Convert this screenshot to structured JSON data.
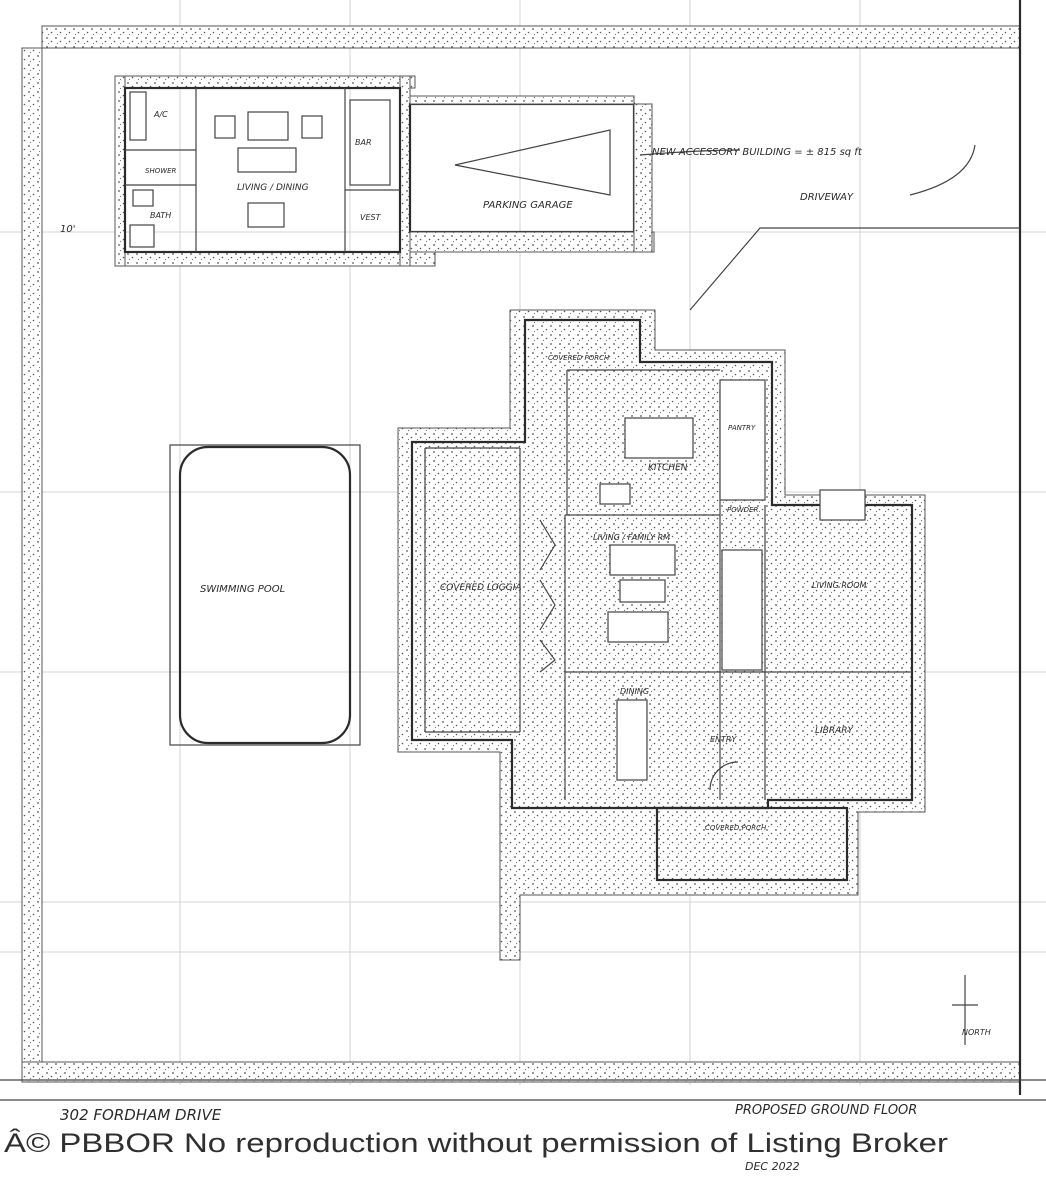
{
  "plan": {
    "address": "302 FORDHAM DRIVE",
    "sheet_title": "PROPOSED GROUND FLOOR",
    "date": "DEC 2022",
    "watermark": "Â© PBBOR No reproduction without permission of Listing Broker",
    "north_label": "NORTH",
    "accessory_note": "NEW ACCESSORY BUILDING = ± 815 sq ft",
    "driveway_label": "DRIVEWAY",
    "setback_label": "10'",
    "rooms": {
      "a_c": "A/C",
      "shower": "SHOWER",
      "bath": "BATH",
      "living_dining_acc": "LIVING / DINING",
      "bar": "BAR",
      "vest": "VEST",
      "parking_garage": "PARKING GARAGE",
      "covered_porch_rear": "COVERED PORCH",
      "kitchen": "KITCHEN",
      "pantry": "PANTRY",
      "powder": "POWDER",
      "living_family": "LIVING / FAMILY RM",
      "covered_loggia": "COVERED LOGGIA",
      "swimming_pool": "SWIMMING POOL",
      "living_room": "LIVING ROOM",
      "library": "LIBRARY",
      "dining": "DINING",
      "entry": "ENTRY",
      "covered_porch_front": "COVERED PORCH"
    }
  }
}
